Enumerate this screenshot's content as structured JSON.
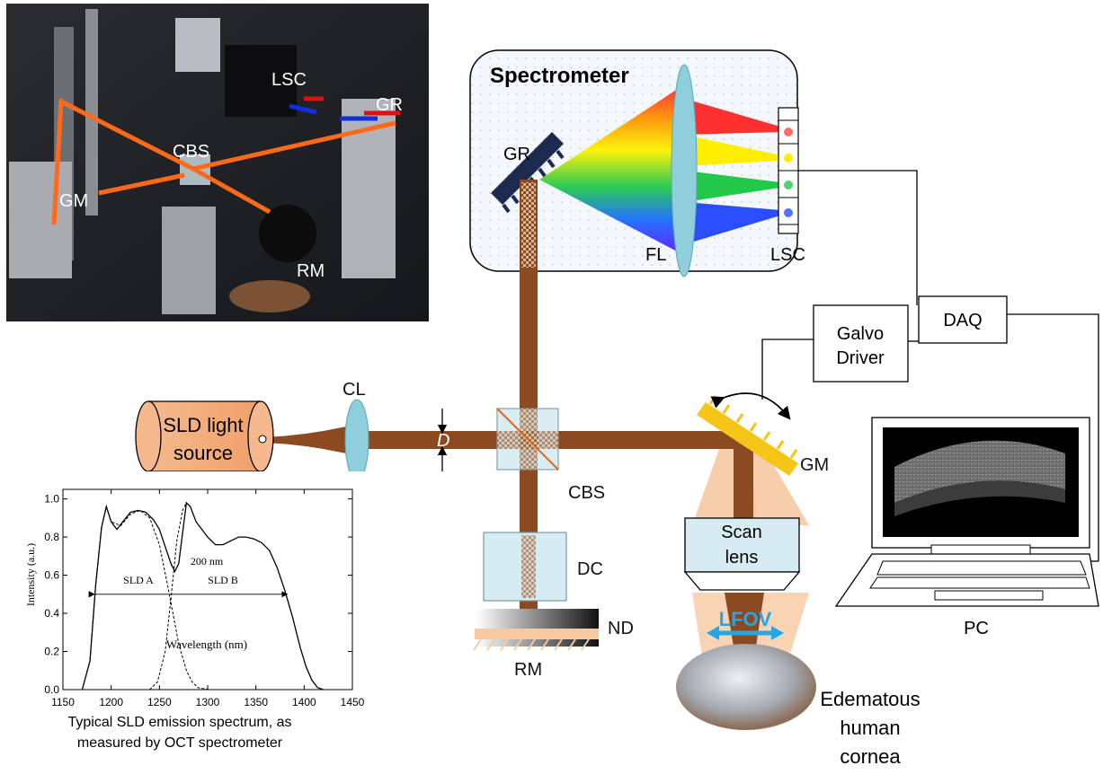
{
  "photo": {
    "labels": [
      "LSC",
      "GR",
      "CBS",
      "GM",
      "RM"
    ]
  },
  "spectrometer": {
    "title": "Spectrometer",
    "grating_label": "GR",
    "lens_label": "FL",
    "camera_label": "LSC"
  },
  "source": {
    "line1": "SLD light",
    "line2": "source"
  },
  "components": {
    "collimator": "CL",
    "beam_diameter": "D",
    "beamsplitter": "CBS",
    "dispersion_comp": "DC",
    "nd_filter": "ND",
    "ref_mirror": "RM",
    "galvo_mirror": "GM",
    "scan_lens_line1": "Scan",
    "scan_lens_line2": "lens",
    "fov": "LFOV",
    "daq": "DAQ",
    "galvo_driver_line1": "Galvo",
    "galvo_driver_line2": "Driver",
    "pc": "PC"
  },
  "sample": {
    "line1": "Edematous",
    "line2": "human",
    "line3": "cornea"
  },
  "spectrum_caption": {
    "line1": "Typical SLD emission spectrum, as",
    "line2": "measured by OCT spectrometer"
  },
  "chart_data": {
    "type": "line",
    "xlabel": "Wavelength (nm)",
    "ylabel": "Intensity (a.u.)",
    "xlim": [
      1150,
      1450
    ],
    "ylim": [
      0.0,
      1.05
    ],
    "xticks": [
      1150,
      1200,
      1250,
      1300,
      1350,
      1400,
      1450
    ],
    "yticks": [
      0.0,
      0.2,
      0.4,
      0.6,
      0.8,
      1.0
    ],
    "annotations": {
      "bandwidth": "200 nm",
      "sld_a": "SLD A",
      "sld_b": "SLD B"
    },
    "series": [
      {
        "style": "solid",
        "x": [
          1170,
          1178,
          1184,
          1190,
          1195,
          1200,
          1206,
          1212,
          1220,
          1228,
          1236,
          1244,
          1250,
          1256,
          1262,
          1266,
          1270,
          1274,
          1278,
          1282,
          1288,
          1294,
          1300,
          1308,
          1316,
          1324,
          1332,
          1340,
          1348,
          1356,
          1364,
          1372,
          1380,
          1388,
          1396,
          1402,
          1408,
          1414,
          1420
        ],
        "y": [
          0.0,
          0.15,
          0.55,
          0.85,
          0.96,
          0.88,
          0.84,
          0.88,
          0.93,
          0.94,
          0.93,
          0.89,
          0.84,
          0.75,
          0.66,
          0.62,
          0.66,
          0.82,
          0.98,
          0.96,
          0.88,
          0.84,
          0.8,
          0.76,
          0.76,
          0.78,
          0.8,
          0.8,
          0.79,
          0.77,
          0.73,
          0.64,
          0.52,
          0.38,
          0.22,
          0.12,
          0.05,
          0.01,
          0.0
        ]
      },
      {
        "style": "dashed",
        "x": [
          1170,
          1178,
          1184,
          1190,
          1195,
          1200,
          1210,
          1220,
          1230,
          1240,
          1250,
          1258,
          1264,
          1270,
          1278,
          1284,
          1290,
          1296,
          1302,
          1310
        ],
        "y": [
          0.0,
          0.15,
          0.55,
          0.85,
          0.96,
          0.88,
          0.86,
          0.92,
          0.94,
          0.9,
          0.76,
          0.56,
          0.4,
          0.24,
          0.1,
          0.04,
          0.01,
          0.005,
          0.0,
          0.0
        ]
      },
      {
        "style": "dashed",
        "x": [
          1240,
          1248,
          1256,
          1262,
          1268,
          1274,
          1278
        ],
        "y": [
          0.0,
          0.04,
          0.2,
          0.48,
          0.78,
          0.94,
          0.98
        ]
      }
    ]
  }
}
